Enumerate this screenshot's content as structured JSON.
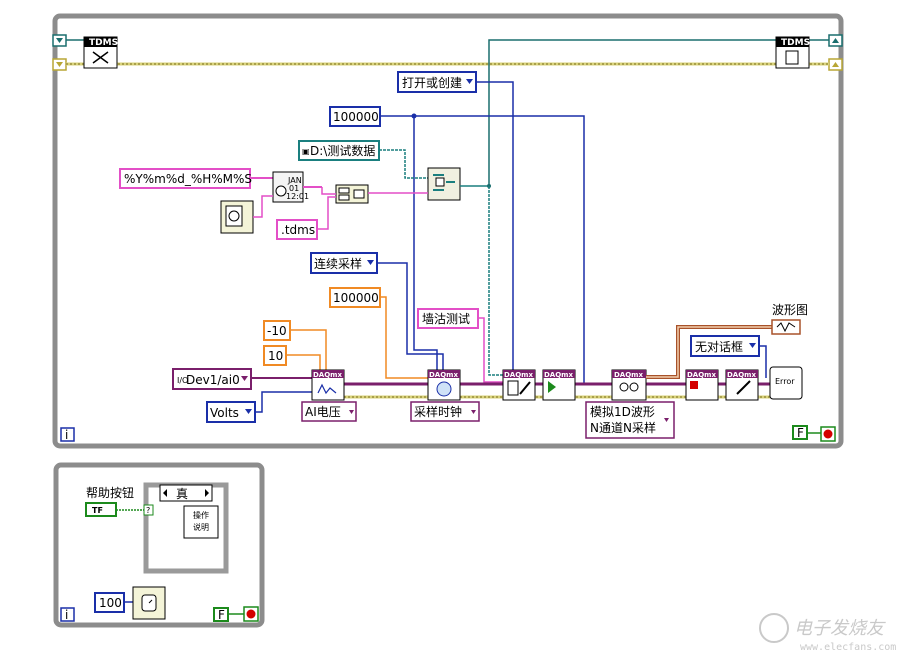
{
  "loop_top": {
    "tdms_left_label": "TDMS",
    "tdms_right_label": "TDMS",
    "file_mode": "打开或创建",
    "buffer_size": "100000",
    "path_const": "D:\\测试数据",
    "format_string": "%Y%m%d_%H%M%S",
    "extension": ".tdms",
    "sample_mode": "连续采样",
    "rate": "100000",
    "group_name": "墙沽测试",
    "min_val": "-10",
    "max_val": "10",
    "channel": "Dev1/ai0",
    "units": "Volts",
    "create_channel_poly": "AI电压",
    "timing_poly": "采样时钟",
    "read_poly_line1": "模拟1D波形",
    "read_poly_line2": "N通道N采样",
    "dialog_mode": "无对话框",
    "graph_label": "波形图",
    "error_label": "Error",
    "daqmx_label": "DAQmx",
    "info_icon": "i",
    "stop_const": "F",
    "date_icon_text_1": "JAN",
    "date_icon_text_2": "01",
    "date_icon_text_3": "12:01"
  },
  "loop_bottom": {
    "help_label": "帮助按钮",
    "bool_tf": "TF",
    "case_selector": "真",
    "operate_line1": "操作",
    "operate_line2": "说明",
    "wait_ms": "100",
    "info_icon": "i",
    "stop_const": "F"
  },
  "watermark": {
    "cn": "电子发烧友",
    "url": "www.elecfans.com"
  },
  "colors": {
    "loop_border": "#8c8c8c",
    "error_wire": "#d8d27a",
    "daq_wire": "#1a6e6e",
    "enum_blue": "#1a2fa8",
    "numeric_orange": "#f08a24",
    "string_pink": "#e34fc7",
    "path_teal": "#1a7f7f",
    "daqmx_purple": "#7a1f6b",
    "bool_green": "#1c8a1c"
  }
}
